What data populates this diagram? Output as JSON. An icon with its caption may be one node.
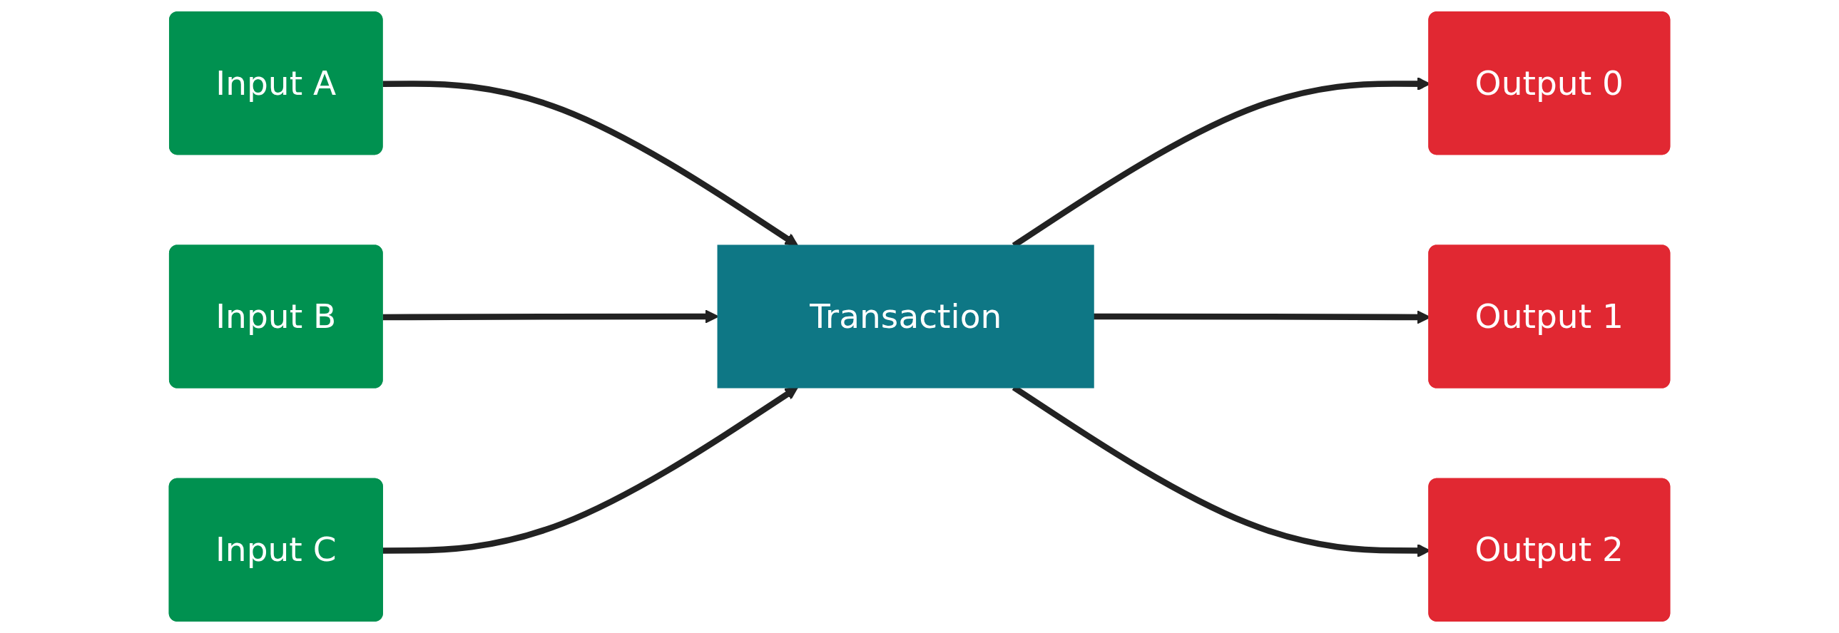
{
  "diagram": {
    "nodes": [
      {
        "text": [
          "Input A"
        ]
      },
      {
        "text": [
          "Input B"
        ]
      },
      {
        "text": [
          "Input C"
        ]
      },
      {
        "text": [
          "Transaction"
        ]
      },
      {
        "text": [
          "Output 0"
        ]
      },
      {
        "text": [
          "Output 1"
        ]
      },
      {
        "text": [
          "Output 2"
        ]
      }
    ],
    "edges": [
      {
        "from": 0,
        "to": 3,
        "arrow": "to"
      },
      {
        "from": 1,
        "to": 3,
        "arrow": "to"
      },
      {
        "from": 2,
        "to": 3,
        "arrow": "to"
      },
      {
        "from": 3,
        "to": 4,
        "arrow": "to"
      },
      {
        "from": 3,
        "to": 5,
        "arrow": "to"
      },
      {
        "from": 3,
        "to": 6,
        "arrow": "to"
      }
    ]
  }
}
